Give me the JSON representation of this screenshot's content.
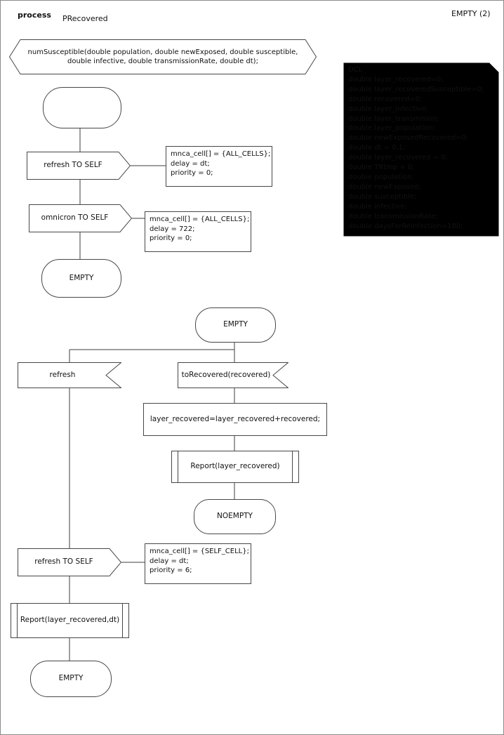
{
  "header": {
    "process_label": "process",
    "process_name": "PRecovered",
    "page_label": "EMPTY (2)"
  },
  "declaration": {
    "line1": "numSusceptible(double population, double newExposed, double susceptible,",
    "line2": "double infective, double transmissionRate, double dt);"
  },
  "dcl": {
    "lines": [
      "DCL",
      "double layer_recovered=0;",
      "double layer_recoveredSusceptible=0;",
      "double recovered=0;",
      "double layer_infective;",
      "double layer_transmision;",
      "double layer_population;",
      "double newExposedRecovered=0;",
      "double dt = 0.1;",
      "double layer_recovered = 0;",
      "double TRtmp = 0;",
      "double population;",
      "double newExposed;",
      "double susceptible;",
      "double infective;",
      "double transmissionRate;",
      "double daysForReinfection=180;"
    ]
  },
  "top": {
    "output_refresh": "refresh TO SELF",
    "note_refresh": [
      "mnca_cell[] = {ALL_CELLS};",
      "delay = dt;",
      "priority = 0;"
    ],
    "output_omnicron": "omnicron TO SELF",
    "note_omnicron": [
      "mnca_cell[] = {ALL_CELLS};",
      "delay = 722;",
      "priority = 0;"
    ],
    "state_end": "EMPTY"
  },
  "main": {
    "state_start": "EMPTY",
    "input_refresh": "refresh",
    "input_torecovered": "toRecovered(recovered)",
    "task": "layer_recovered=layer_recovered+recovered;",
    "proc_report": "Report(layer_recovered)",
    "state_noempty": "NOEMPTY",
    "output_refresh_self": "refresh TO SELF",
    "note_refresh_self": [
      "mnca_cell[] = {SELF_CELL};",
      "delay = dt;",
      "priority = 6;"
    ],
    "proc_report_dt": "Report(layer_recovered,dt)",
    "state_end": "EMPTY"
  }
}
